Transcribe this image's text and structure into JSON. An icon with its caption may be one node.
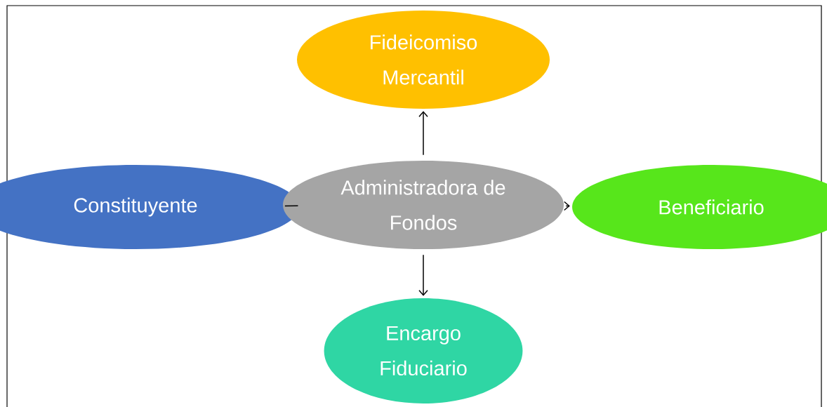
{
  "diagram": {
    "nodes": [
      {
        "text": [
          "Fideicomiso Mercantil"
        ]
      },
      {
        "text": [
          "Constituyente"
        ]
      },
      {
        "text": [
          "Administradora de Fondos"
        ]
      },
      {
        "text": [
          "Beneficiario"
        ]
      },
      {
        "text": [
          "Encargo Fiduciario"
        ]
      }
    ],
    "edges": [
      {
        "from": 2,
        "to": 0,
        "arrow": "to"
      },
      {
        "from": 1,
        "to": 2,
        "arrow": "none"
      },
      {
        "from": 2,
        "to": 3,
        "arrow": "to"
      },
      {
        "from": 2,
        "to": 4,
        "arrow": "to"
      }
    ]
  }
}
